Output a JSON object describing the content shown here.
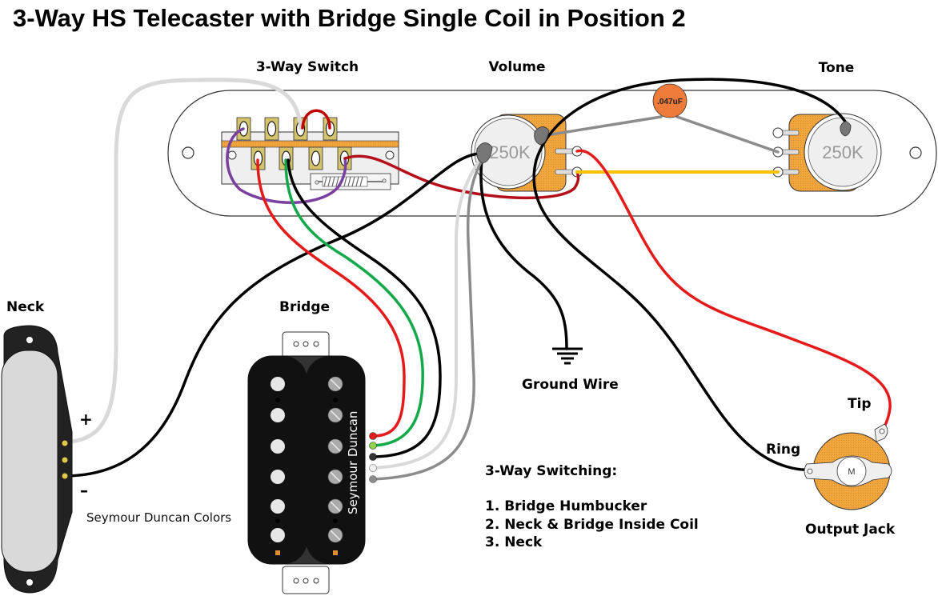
{
  "title": "3-Way HS Telecaster with Bridge Single Coil in Position 2",
  "labels": {
    "switch": "3-Way Switch",
    "volume": "Volume",
    "tone": "Tone",
    "neck": "Neck",
    "bridge": "Bridge",
    "ground": "Ground Wire",
    "output_jack": "Output Jack",
    "tip": "Tip",
    "ring": "Ring",
    "plus": "+",
    "minus": "–",
    "colors_note": "Seymour Duncan Colors",
    "brand": "Seymour Duncan",
    "jack_center": "M"
  },
  "components": {
    "volume_pot_value": "250K",
    "tone_pot_value": "250K",
    "capacitor_value": ".047uF"
  },
  "switching": {
    "heading": "3-Way Switching:",
    "positions": [
      "1. Bridge Humbucker",
      "2. Neck & Bridge Inside Coil",
      "3. Neck"
    ]
  },
  "colors": {
    "red": "#e41b1b",
    "dark_red": "#b3101a",
    "green": "#14a84a",
    "black": "#000000",
    "white_wire": "#d9d9d9",
    "gray_wire": "#8c8c8c",
    "purple": "#7b3fa0",
    "yellow": "#ffc000",
    "pot_body": "#f0a640",
    "capacitor": "#ef7b3a",
    "lug": "#d4c36a"
  }
}
